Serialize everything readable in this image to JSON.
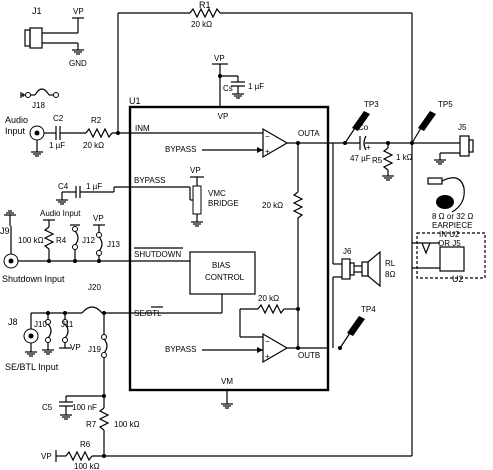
{
  "ic": {
    "ref": "U1",
    "pins": {
      "inm": "INM",
      "vp": "VP",
      "vm": "VM",
      "bypass_a": "BYPASS",
      "bypass_pin": "BYPASS",
      "bypass_b": "BYPASS",
      "shutdown": "SHUTDOWN",
      "se_btl": "SE/BTL",
      "outa": "OUTA",
      "outb": "OUTB"
    },
    "vmc_bridge": [
      "VMC",
      "BRIDGE"
    ],
    "bias_control": [
      "BIAS",
      "CONTROL"
    ],
    "internal_res_1": "20 kΩ",
    "internal_res_2": "20 kΩ",
    "vmc_vp": "VP"
  },
  "components": {
    "j1": "J1",
    "j1_vp": "VP",
    "j1_gnd": "GND",
    "r1": "R1",
    "r1_val": "20 kΩ",
    "vp_top": "VP",
    "cs": "Cs",
    "cs_val": "1 µF",
    "j18": "J18",
    "audio_input": [
      "Audio",
      "Input"
    ],
    "c2": "C2",
    "c2_val": "1 µF",
    "r2": "R2",
    "r2_val": "20 kΩ",
    "c4": "C4",
    "c4_val": "1 µF",
    "j9": "J9",
    "audio_input_label": "Audio Input",
    "r4_val": "100 kΩ",
    "r4": "R4",
    "j12": "J12",
    "j13": "J13",
    "j12_vp": "VP",
    "shutdown_input": "Shutdown Input",
    "j20": "J20",
    "j8": "J8",
    "j10": "J10",
    "j11": "J11",
    "j11_vp": "VP",
    "se_btl_input": "SE/BTL Input",
    "j19": "J19",
    "c5": "C5",
    "c5_val": "100 nF",
    "r7": "R7",
    "r7_val": "100 kΩ",
    "r6": "R6",
    "r6_val": "100 kΩ",
    "r6_vp": "VP",
    "tp3": "TP3",
    "co": "Co",
    "co_val": "47 µF",
    "r5": "R5",
    "r5_val": "1 kΩ",
    "tp5": "TP5",
    "j5": "J5",
    "earpiece": [
      "8 Ω or 32 Ω",
      "EARPIECE",
      "IN U2",
      "OR J5"
    ],
    "j6": "J6",
    "rl": "RL",
    "rl_val": "8Ω",
    "tp4": "TP4",
    "u2": "U2"
  },
  "colors": {
    "ink": "#000000",
    "paper": "#ffffff"
  }
}
